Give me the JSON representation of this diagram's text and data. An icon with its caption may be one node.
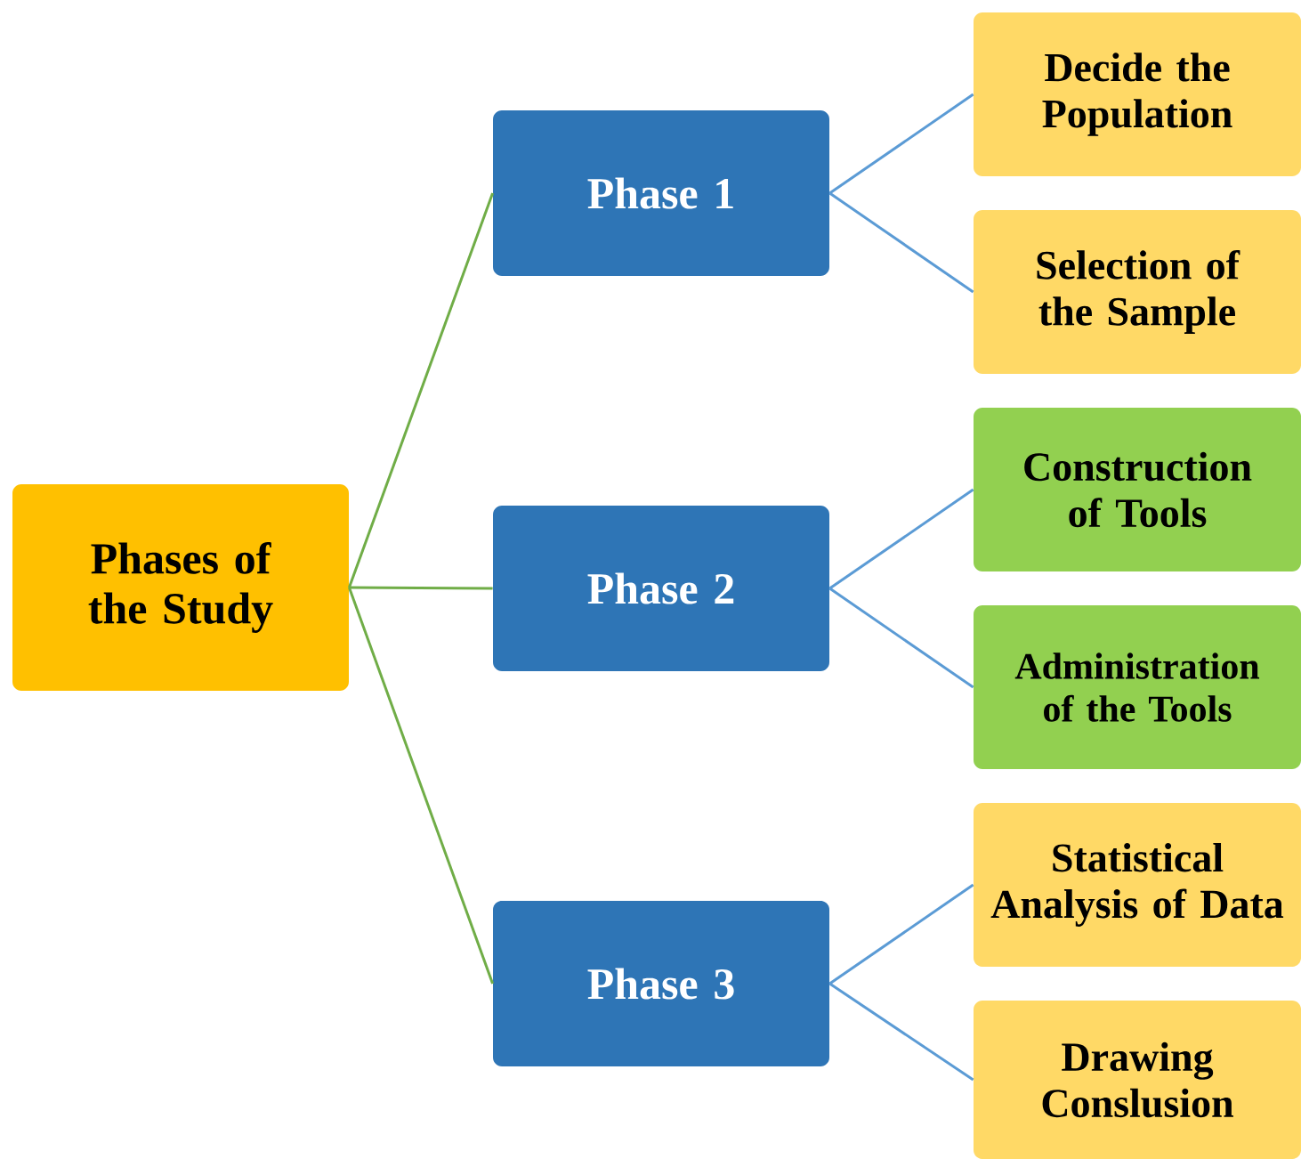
{
  "diagram": {
    "nodes": [
      {
        "text": [
          "Phases of the Study"
        ]
      },
      {
        "text": [
          "Phase 1"
        ]
      },
      {
        "text": [
          "Phase 2"
        ]
      },
      {
        "text": [
          "Phase 3"
        ]
      },
      {
        "text": [
          "Decide the Population"
        ]
      },
      {
        "text": [
          "Selection of the Sample"
        ]
      },
      {
        "text": [
          "Construction of Tools"
        ]
      },
      {
        "text": [
          "Administration of the Tools"
        ]
      },
      {
        "text": [
          "Statistical Analysis of Data"
        ]
      },
      {
        "text": [
          "Drawing Conslusion"
        ]
      }
    ],
    "edges": [
      {
        "from": 0,
        "to": 1,
        "arrow": "none",
        "color": "#70ad47"
      },
      {
        "from": 0,
        "to": 2,
        "arrow": "none",
        "color": "#70ad47"
      },
      {
        "from": 0,
        "to": 3,
        "arrow": "none",
        "color": "#70ad47"
      },
      {
        "from": 1,
        "to": 4,
        "arrow": "none"
      },
      {
        "from": 1,
        "to": 5,
        "arrow": "none"
      },
      {
        "from": 2,
        "to": 6,
        "arrow": "none"
      },
      {
        "from": 2,
        "to": 7,
        "arrow": "none"
      },
      {
        "from": 3,
        "to": 8,
        "arrow": "none"
      },
      {
        "from": 3,
        "to": 9,
        "arrow": "none"
      }
    ]
  }
}
